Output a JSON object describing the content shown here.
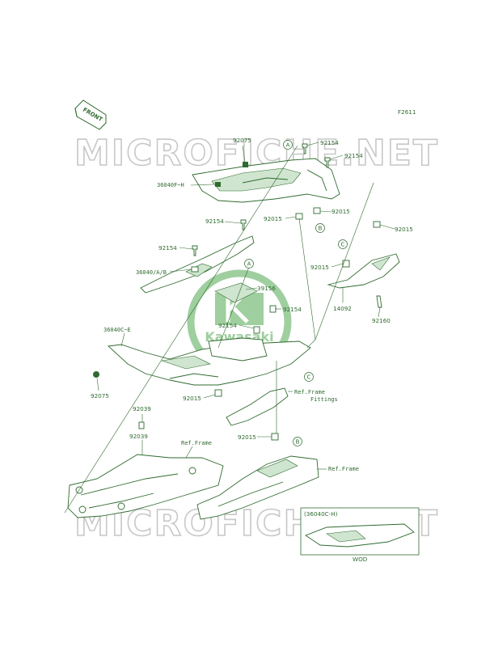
{
  "diagram": {
    "code": "F2611",
    "front_label": "FRONT",
    "watermark": "MICROFICHE.NET",
    "logo_text": "Kawasaki",
    "wod_box_label": "(36040C-H)",
    "wod_caption": "WOD"
  },
  "part_labels": [
    {
      "id": "p92075_top",
      "text": "92075"
    },
    {
      "id": "p92154_a",
      "text": "92154"
    },
    {
      "id": "p92154_b",
      "text": "92154"
    },
    {
      "id": "p36040FH",
      "text": "36040F~H"
    },
    {
      "id": "p92015_a",
      "text": "92015"
    },
    {
      "id": "p92015_b",
      "text": "92015"
    },
    {
      "id": "p92015_c",
      "text": "92015"
    },
    {
      "id": "p92154_c",
      "text": "92154"
    },
    {
      "id": "p92154_d",
      "text": "92154"
    },
    {
      "id": "p36040AB",
      "text": "36040/A/B"
    },
    {
      "id": "p92015_d",
      "text": "92015"
    },
    {
      "id": "p39156",
      "text": "39156"
    },
    {
      "id": "p14092",
      "text": "14092"
    },
    {
      "id": "p92154_e",
      "text": "92154"
    },
    {
      "id": "p92160",
      "text": "92160"
    },
    {
      "id": "p92154_f",
      "text": "92154"
    },
    {
      "id": "p36040CE",
      "text": "36040C~E"
    },
    {
      "id": "p92075_low",
      "text": "92075"
    },
    {
      "id": "p92015_e",
      "text": "92015"
    },
    {
      "id": "pRefFrameFittings1",
      "text": "Ref.Frame"
    },
    {
      "id": "pRefFrameFittings2",
      "text": "Fittings"
    },
    {
      "id": "p92039_a",
      "text": "92039"
    },
    {
      "id": "p92039_b",
      "text": "92039"
    },
    {
      "id": "pRefFrame1",
      "text": "Ref.Frame"
    },
    {
      "id": "p92015_f",
      "text": "92015"
    },
    {
      "id": "pRefFrame2",
      "text": "Ref.Frame"
    }
  ],
  "callouts": [
    "A",
    "B",
    "C",
    "A",
    "C",
    "B"
  ]
}
